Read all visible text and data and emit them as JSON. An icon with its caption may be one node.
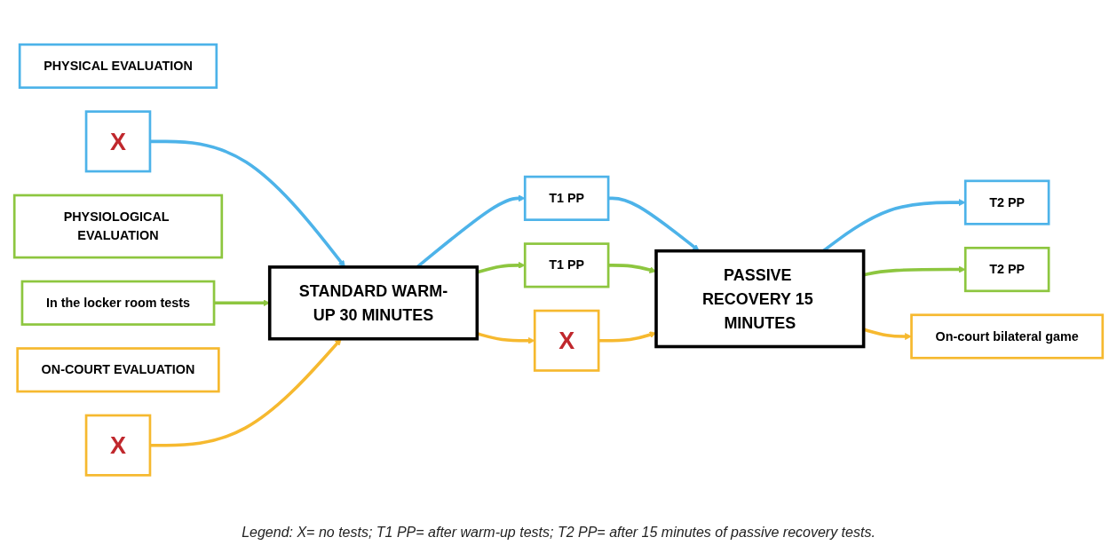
{
  "diagram": {
    "caption": "Legend: X= no tests; T1 PP= after warm-up tests; T2 PP= after 15 minutes of passive recovery tests.",
    "nodes": [
      {
        "text": [
          "PHYSICAL EVALUATION"
        ]
      },
      {
        "text": [
          "X"
        ]
      },
      {
        "text": [
          "STANDARD WARM-UP 30 MINUTES"
        ]
      },
      {
        "text": [
          "T1 PP"
        ]
      },
      {
        "text": [
          "PASSIVE RECOVERY 15 MINUTES"
        ]
      },
      {
        "text": [
          "T2 PP"
        ]
      },
      {
        "text": [
          "PHYSIOLOGICAL EVALUATION"
        ]
      },
      {
        "text": [
          "In the locker room tests"
        ]
      },
      {
        "text": [
          "T1 PP"
        ]
      },
      {
        "text": [
          "T2 PP"
        ]
      },
      {
        "text": [
          "ON-COURT EVALUATION"
        ]
      },
      {
        "text": [
          "X"
        ]
      },
      {
        "text": [
          "X"
        ]
      },
      {
        "text": [
          "On-court bilateral game"
        ]
      }
    ],
    "edges": [
      {
        "from": 1,
        "to": 2,
        "arrow": "to",
        "color": "#4db3e9"
      },
      {
        "from": 2,
        "to": 3,
        "arrow": "to",
        "color": "#4db3e9"
      },
      {
        "from": 3,
        "to": 4,
        "arrow": "to",
        "color": "#4db3e9"
      },
      {
        "from": 4,
        "to": 5,
        "arrow": "to",
        "color": "#4db3e9"
      },
      {
        "from": 7,
        "to": 2,
        "arrow": "to",
        "color": "#8dc63f"
      },
      {
        "from": 2,
        "to": 8,
        "arrow": "to",
        "color": "#8dc63f"
      },
      {
        "from": 8,
        "to": 4,
        "arrow": "to",
        "color": "#8dc63f"
      },
      {
        "from": 4,
        "to": 9,
        "arrow": "to",
        "color": "#8dc63f"
      },
      {
        "from": 11,
        "to": 2,
        "arrow": "to",
        "color": "#f6b92f"
      },
      {
        "from": 2,
        "to": 12,
        "arrow": "to",
        "color": "#f6b92f"
      },
      {
        "from": 12,
        "to": 4,
        "arrow": "to",
        "color": "#f6b92f"
      },
      {
        "from": 4,
        "to": 13,
        "arrow": "to",
        "color": "#f6b92f"
      }
    ]
  }
}
